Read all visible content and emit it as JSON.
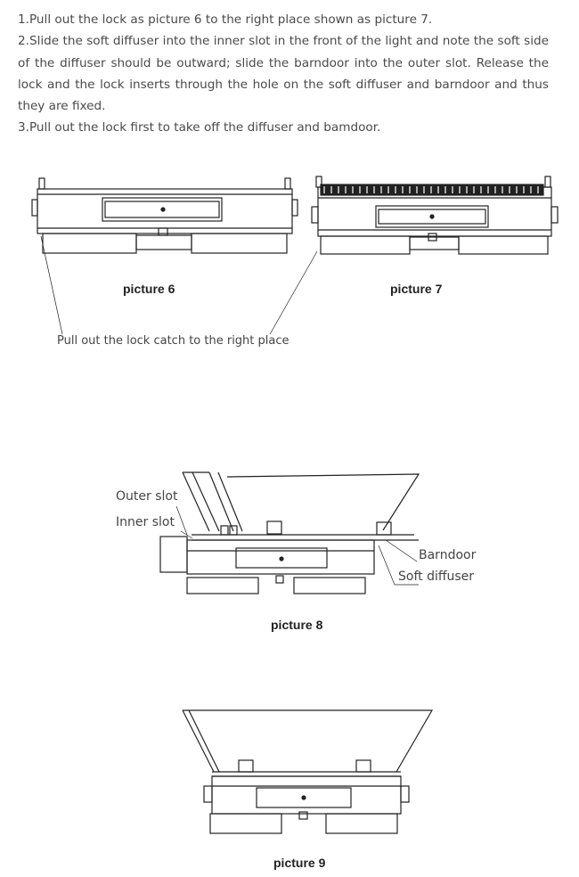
{
  "instructions": {
    "step1": "1.Pull out the lock as picture 6 to the right place shown as picture 7.",
    "step2": "2.Slide the soft diffuser into the inner slot in the front of the light and note the soft side of the diffuser should be outward; slide the barndoor into the outer slot. Release the lock and the lock inserts through the hole on the soft diffuser and barndoor and thus they are fixed.",
    "step3": "3.Pull out the lock first to take off the diffuser and bamdoor."
  },
  "figures": {
    "picture6": "picture 6",
    "picture7": "picture 7",
    "lock_caption": "Pull out the lock catch to the right place",
    "picture8": "picture 8",
    "outer_slot": "Outer slot",
    "inner_slot": "Inner slot",
    "barndoor": "Barndoor",
    "soft_diffuser": "Soft diffuser",
    "picture9": "picture 9"
  }
}
